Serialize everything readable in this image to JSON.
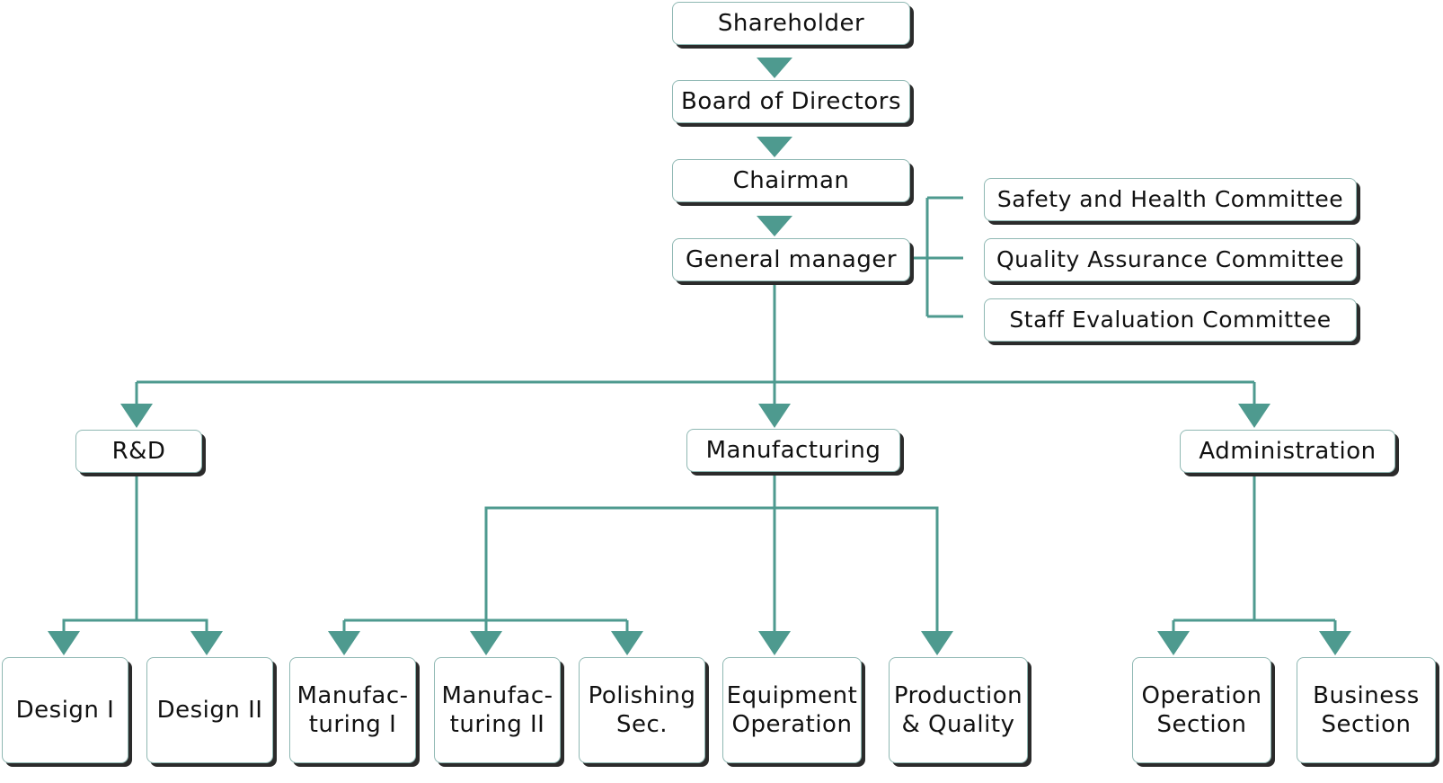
{
  "colors": {
    "connector": "#4e9a8f",
    "box_border": "#8fb8b3",
    "box_shadow": "#2b2b2b"
  },
  "nodes": {
    "shareholder": "Shareholder",
    "board": "Board of Directors",
    "chairman": "Chairman",
    "general_manager": "General manager",
    "committees": {
      "safety": "Safety and Health Committee",
      "quality": "Quality Assurance Committee",
      "staff": "Staff Evaluation Committee"
    },
    "rd": "R&D",
    "manufacturing": "Manufacturing",
    "administration": "Administration",
    "design1": "Design I",
    "design2": "Design II",
    "manuf1": {
      "line1": "Manufac-",
      "line2": "turing I"
    },
    "manuf2": {
      "line1": "Manufac-",
      "line2": "turing II"
    },
    "polishing": {
      "line1": "Polishing",
      "line2": "Sec."
    },
    "equipment": {
      "line1": "Equipment",
      "line2": "Operation"
    },
    "production": {
      "line1": "Production",
      "line2": "& Quality"
    },
    "operation": {
      "line1": "Operation",
      "line2": "Section"
    },
    "business": {
      "line1": "Business",
      "line2": "Section"
    }
  }
}
